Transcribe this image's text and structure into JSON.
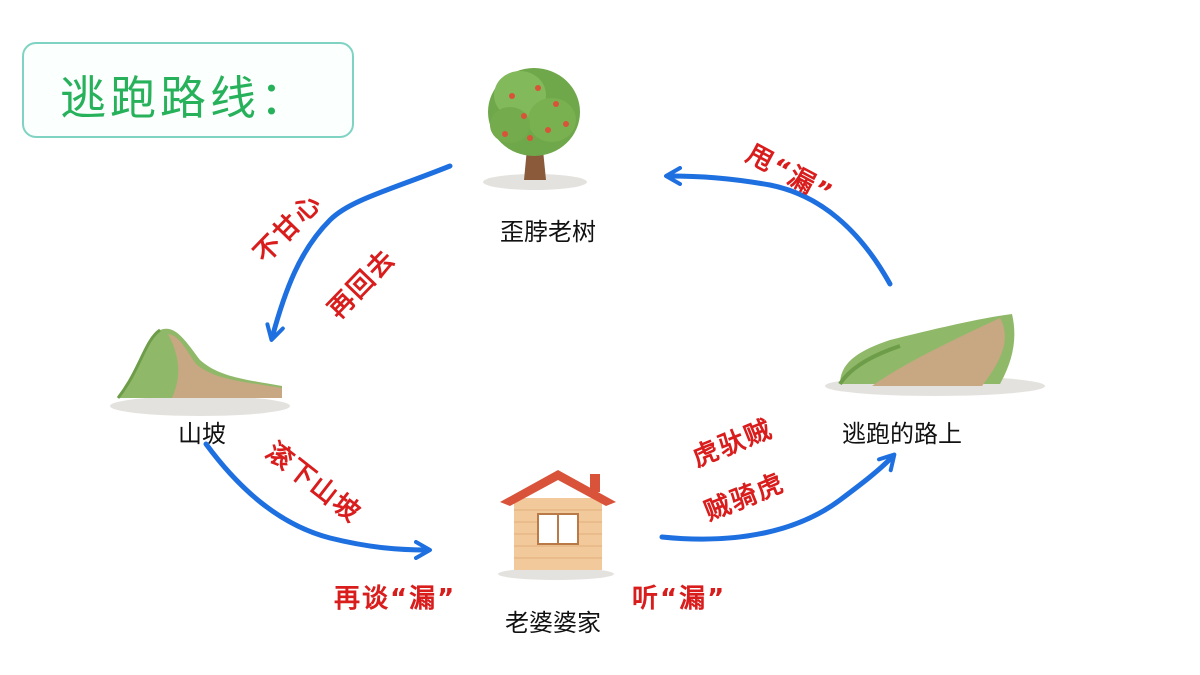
{
  "title": "逃跑路线：",
  "nodes": {
    "tree": "歪脖老树",
    "hill": "山坡",
    "road": "逃跑的路上",
    "house": "老婆婆家"
  },
  "edge_labels": {
    "tree_to_hill_1": "不甘心",
    "tree_to_hill_2": "再回去",
    "hill_to_house": "滚下山坡",
    "house_left": "再谈“漏”",
    "house_right": "听“漏”",
    "house_to_road_1": "虎驮贼",
    "house_to_road_2": "贼骑虎",
    "road_to_tree": "甩“漏”"
  },
  "colors": {
    "arrow": "#1e6fe0",
    "edge_label": "#d91c1c",
    "title": "#27b15a",
    "title_border": "#7fd3c3"
  }
}
